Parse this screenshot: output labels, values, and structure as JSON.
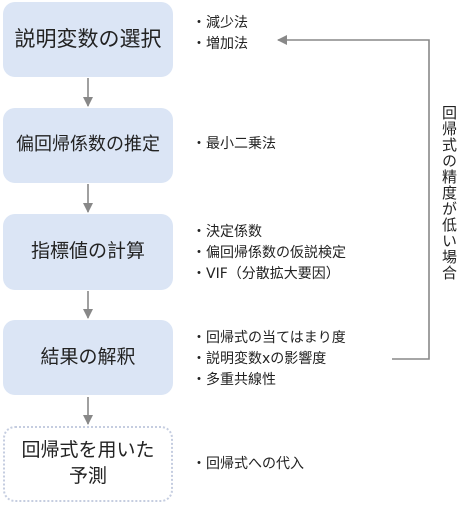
{
  "steps": [
    {
      "label": "説明変数の選択",
      "bullets": [
        "・減少法",
        "・増加法"
      ]
    },
    {
      "label": "偏回帰係数の推定",
      "bullets": [
        "・最小二乗法"
      ]
    },
    {
      "label": "指標値の計算",
      "bullets": [
        "・決定係数",
        "・偏回帰係数の仮説検定",
        "・VIF（分散拡大要因）"
      ]
    },
    {
      "label": "結果の解釈",
      "bullets": [
        "・回帰式の当てはまり度",
        "・説明変数xの影響度",
        "・多重共線性"
      ]
    },
    {
      "label": "回帰式を用いた予測",
      "bullets": [
        "・回帰式への代入"
      ]
    }
  ],
  "feedback_label": "回帰式の精度が低い場合",
  "colors": {
    "box_fill": "#dbe5f5",
    "arrow": "#888888",
    "dotted_border": "#c5cde0"
  }
}
